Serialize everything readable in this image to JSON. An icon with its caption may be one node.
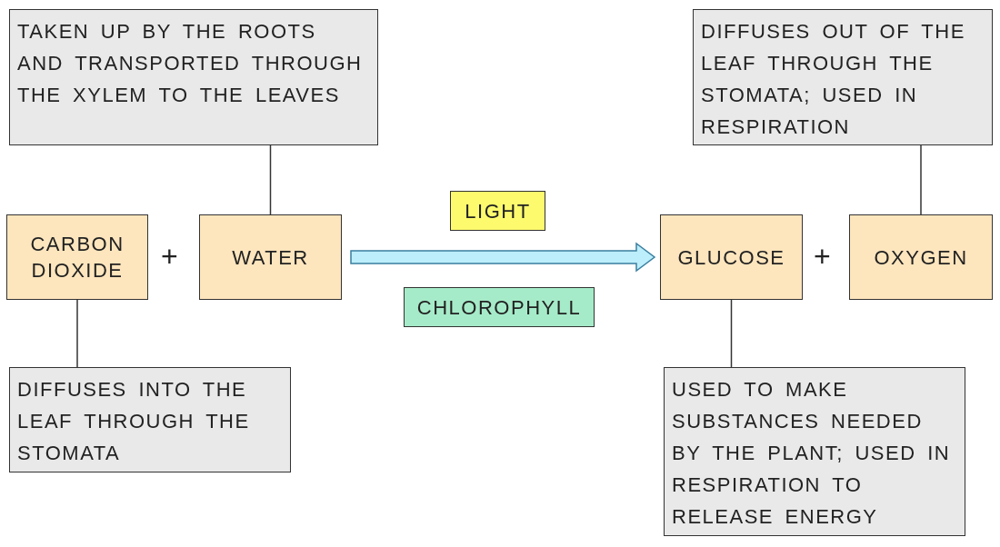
{
  "diagram": {
    "nodes": [
      {
        "text": [
          "TAKEN UP BY THE ROOTS AND TRANSPORTED THROUGH THE XYLEM TO THE LEAVES"
        ]
      },
      {
        "text": [
          "DIFFUSES OUT OF THE LEAF THROUGH THE STOMATA; USED IN RESPIRATION"
        ]
      },
      {
        "text": [
          "CARBON DIOXIDE"
        ]
      },
      {
        "text": [
          "WATER"
        ]
      },
      {
        "text": [
          "LIGHT"
        ]
      },
      {
        "text": [
          "CHLOROPHYLL"
        ]
      },
      {
        "text": [
          "GLUCOSE"
        ]
      },
      {
        "text": [
          "OXYGEN"
        ]
      },
      {
        "text": [
          "DIFFUSES INTO THE LEAF THROUGH THE STOMATA"
        ]
      },
      {
        "text": [
          "USED TO MAKE SUBSTANCES NEEDED BY THE PLANT; USED IN RESPIRATION TO RELEASE ENERGY"
        ]
      }
    ],
    "edges": [
      {
        "from": 3,
        "to": 6,
        "arrow": "to",
        "style": "thick",
        "color": "#bdeefb"
      },
      {
        "from": 0,
        "to": 3,
        "arrow": "none"
      },
      {
        "from": 1,
        "to": 7,
        "arrow": "none"
      },
      {
        "from": 2,
        "to": 8,
        "arrow": "none"
      },
      {
        "from": 6,
        "to": 9,
        "arrow": "none"
      }
    ],
    "labels": [
      "+",
      "+"
    ]
  }
}
